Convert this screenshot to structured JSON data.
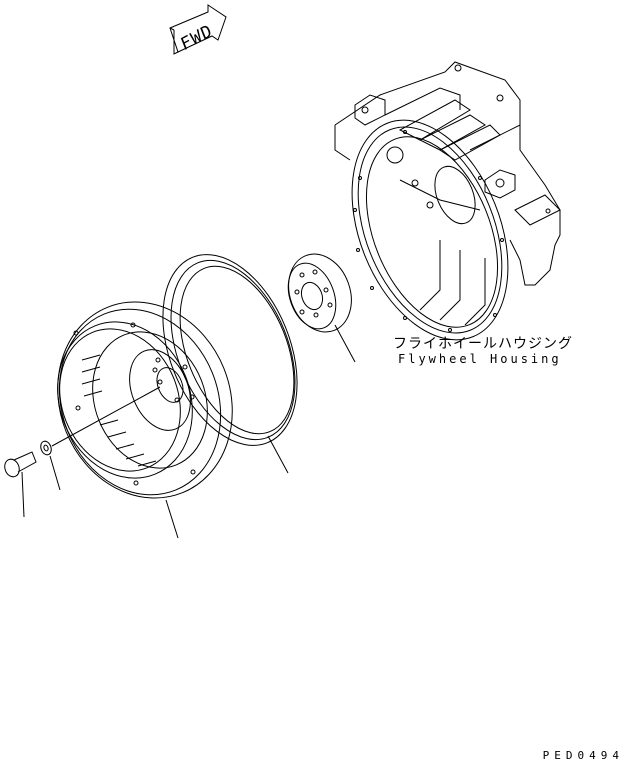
{
  "diagram": {
    "direction_marker": {
      "label": "FWD",
      "icon": "arrow-right-icon"
    },
    "parts": [
      {
        "id": "flywheel-housing",
        "label_jp": "フライホイールハウジング",
        "label_en": "Flywheel Housing"
      },
      {
        "id": "flywheel",
        "label_jp": "",
        "label_en": ""
      },
      {
        "id": "ring-gear",
        "label_jp": "",
        "label_en": ""
      },
      {
        "id": "pilot-bearing-hub",
        "label_jp": "",
        "label_en": ""
      },
      {
        "id": "washer",
        "label_jp": "",
        "label_en": ""
      },
      {
        "id": "bolt",
        "label_jp": "",
        "label_en": ""
      }
    ],
    "figure_code": "PED0494"
  },
  "colors": {
    "line": "#000000",
    "background": "#ffffff"
  }
}
